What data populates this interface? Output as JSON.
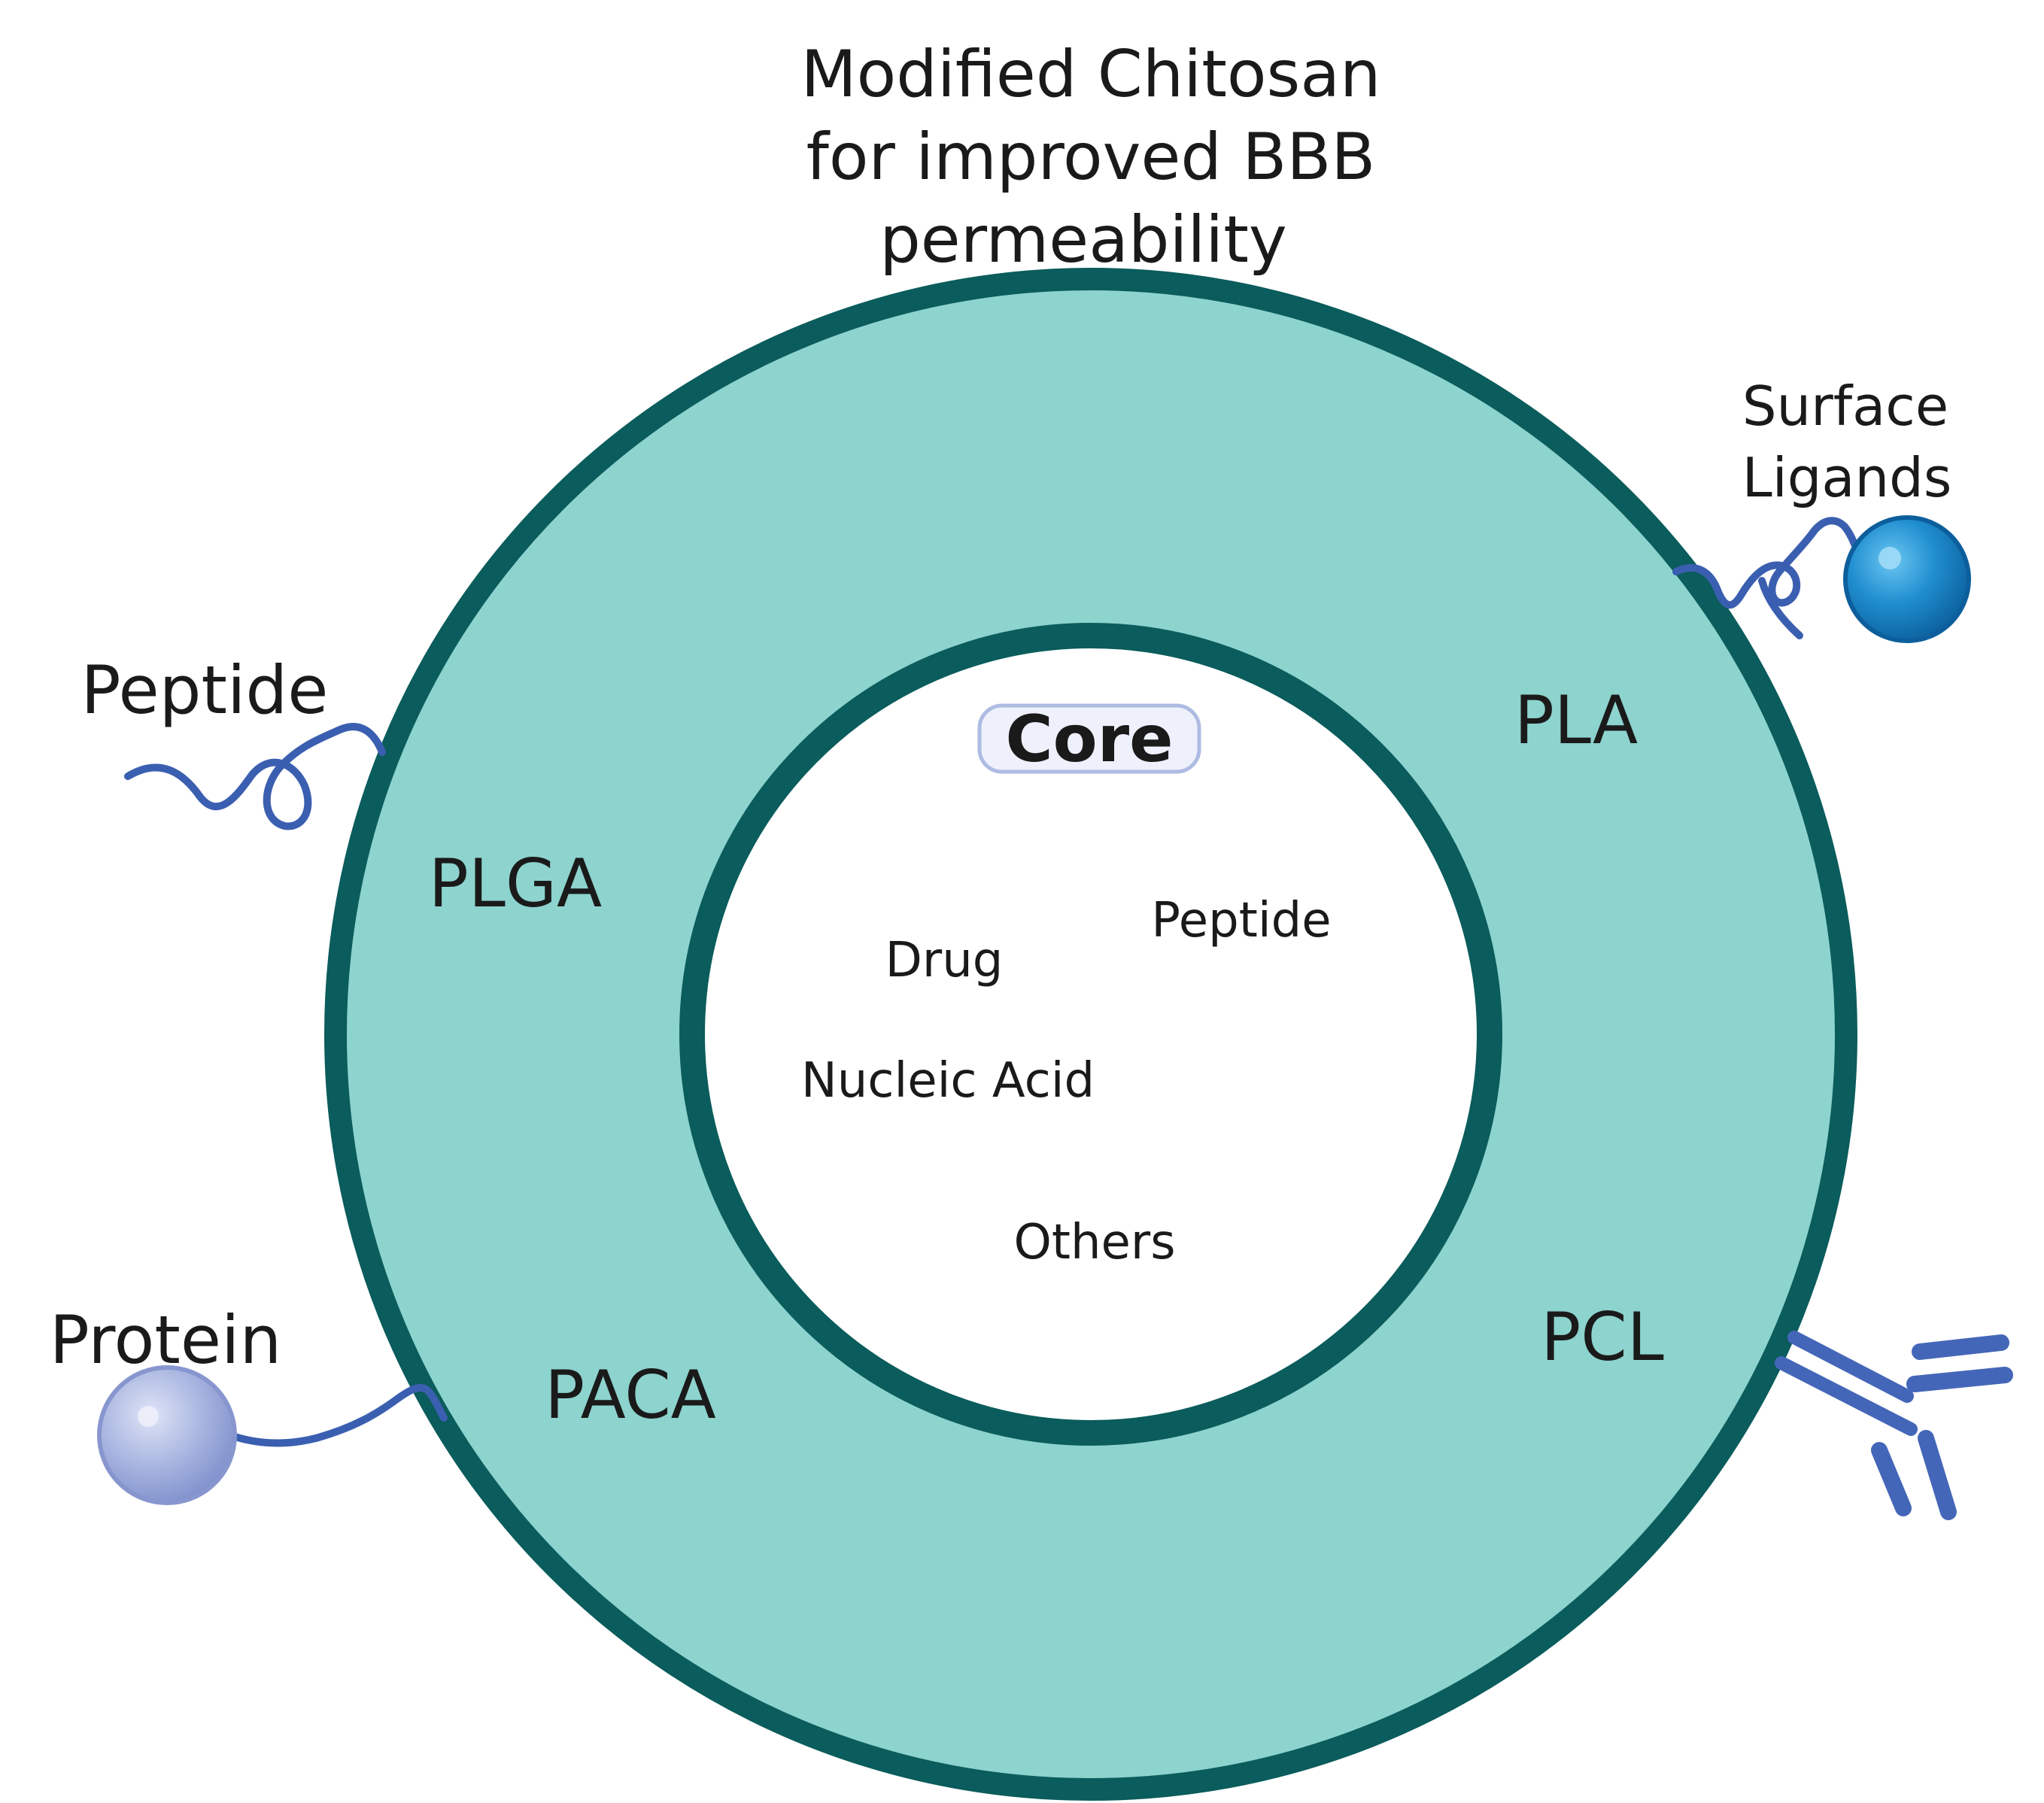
{
  "title": {
    "lines": [
      "Modified Chitosan",
      "for improved BBB",
      "permeability"
    ]
  },
  "core": {
    "label": "Core",
    "items": [
      "Drug",
      "Peptide",
      "Nucleic Acid",
      "Others"
    ]
  },
  "shell": {
    "polymers": [
      "PLGA",
      "PLA",
      "PACA",
      "PCL"
    ]
  },
  "attachments": {
    "peptide": "Peptide",
    "protein": "Protein",
    "surface_ligands": [
      "Surface",
      "Ligands"
    ]
  },
  "colors": {
    "shell_fill": "#8dd3ce",
    "ring_stroke": "#0b5c5c",
    "strand": "#3b5fb0",
    "protein_sphere": "#a8b5e0",
    "ligand_sphere": "#1f8ecf",
    "antibody": "#4466b8"
  },
  "icons": [
    "peptide-strand-icon",
    "protein-sphere-icon",
    "ligand-sphere-icon",
    "antibody-icon"
  ]
}
